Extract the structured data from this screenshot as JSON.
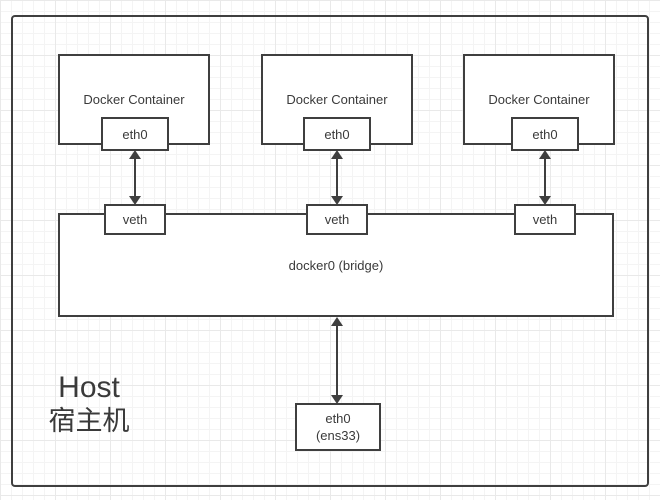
{
  "diagram": {
    "title_implicit": "Docker bridge network diagram",
    "containers": [
      {
        "label": "Docker Container",
        "iface_label": "eth0",
        "veth_label": "veth"
      },
      {
        "label": "Docker Container",
        "iface_label": "eth0",
        "veth_label": "veth"
      },
      {
        "label": "Docker Container",
        "iface_label": "eth0",
        "veth_label": "veth"
      }
    ],
    "bridge_label": "docker0 (bridge)",
    "host_nic": {
      "line1": "eth0",
      "line2": "(ens33)"
    },
    "host": {
      "en": "Host",
      "zh": "宿主机"
    },
    "colors": {
      "stroke": "#3f3f3f",
      "text": "#3a3a3a",
      "box_fill": "#ffffff",
      "grid_minor": "#f4f4f4",
      "grid_major": "#e9e9e9",
      "background": "#ffffff"
    }
  }
}
